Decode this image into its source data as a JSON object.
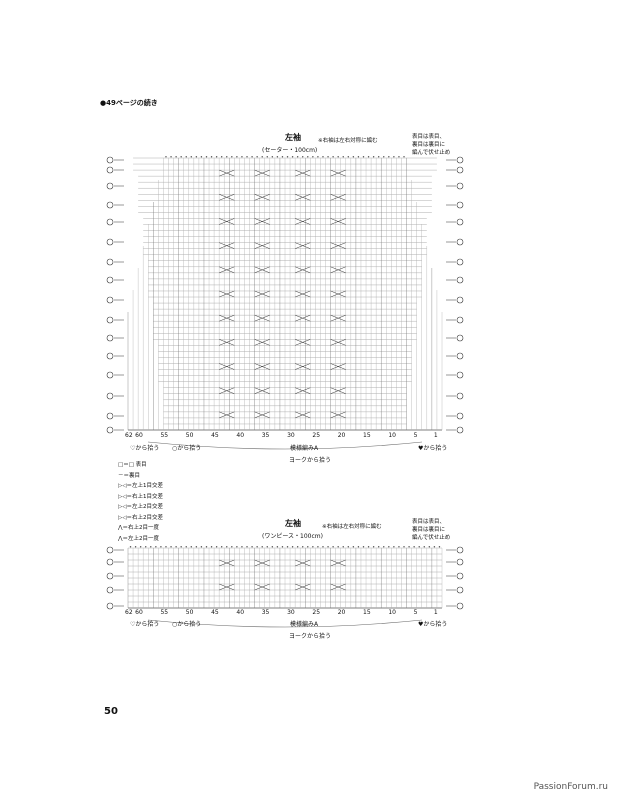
{
  "heading": "●49ページの続き",
  "chart1": {
    "title": "左袖",
    "subtitle": "(セーター・100cm)",
    "mirror_note": "※右袖は左右対称に編む",
    "side_note": [
      "表目は表目、",
      "裏目は裏目に",
      "編んで伏せ止め"
    ],
    "x_ticks": [
      "62",
      "60",
      "55",
      "50",
      "45",
      "40",
      "35",
      "30",
      "25",
      "20",
      "15",
      "10",
      "5",
      "1"
    ],
    "pattern_label": "模様編みA",
    "yoke_label": "ヨークから拾う",
    "pick_left1": "♡から拾う",
    "pick_left2": "○から拾う",
    "pick_right": "♥から拾う"
  },
  "legend": [
    "□＝□ 表目",
    "－＝裏目",
    "▷◁＝左上1目交差",
    "▷◁＝右上1目交差",
    "▷◁＝左上2目交差",
    "▷◁＝右上2目交差",
    "⋀＝右上2目一度",
    "⋀＝左上2目一度"
  ],
  "chart2": {
    "title": "左袖",
    "subtitle": "(ワンピース・100cm)",
    "mirror_note": "※右袖は左右対称に編む",
    "side_note": [
      "表目は表目、",
      "裏目は裏目に",
      "編んで伏せ止め"
    ],
    "x_ticks": [
      "62",
      "60",
      "55",
      "50",
      "45",
      "40",
      "35",
      "30",
      "25",
      "20",
      "15",
      "10",
      "5",
      "1"
    ],
    "pattern_label": "模様編みA",
    "yoke_label": "ヨークから拾う",
    "pick_left1": "♡から拾う",
    "pick_left2": "○から拾う",
    "pick_right": "♥から拾う"
  },
  "page_number": "50",
  "watermark": "PassionForum.ru"
}
